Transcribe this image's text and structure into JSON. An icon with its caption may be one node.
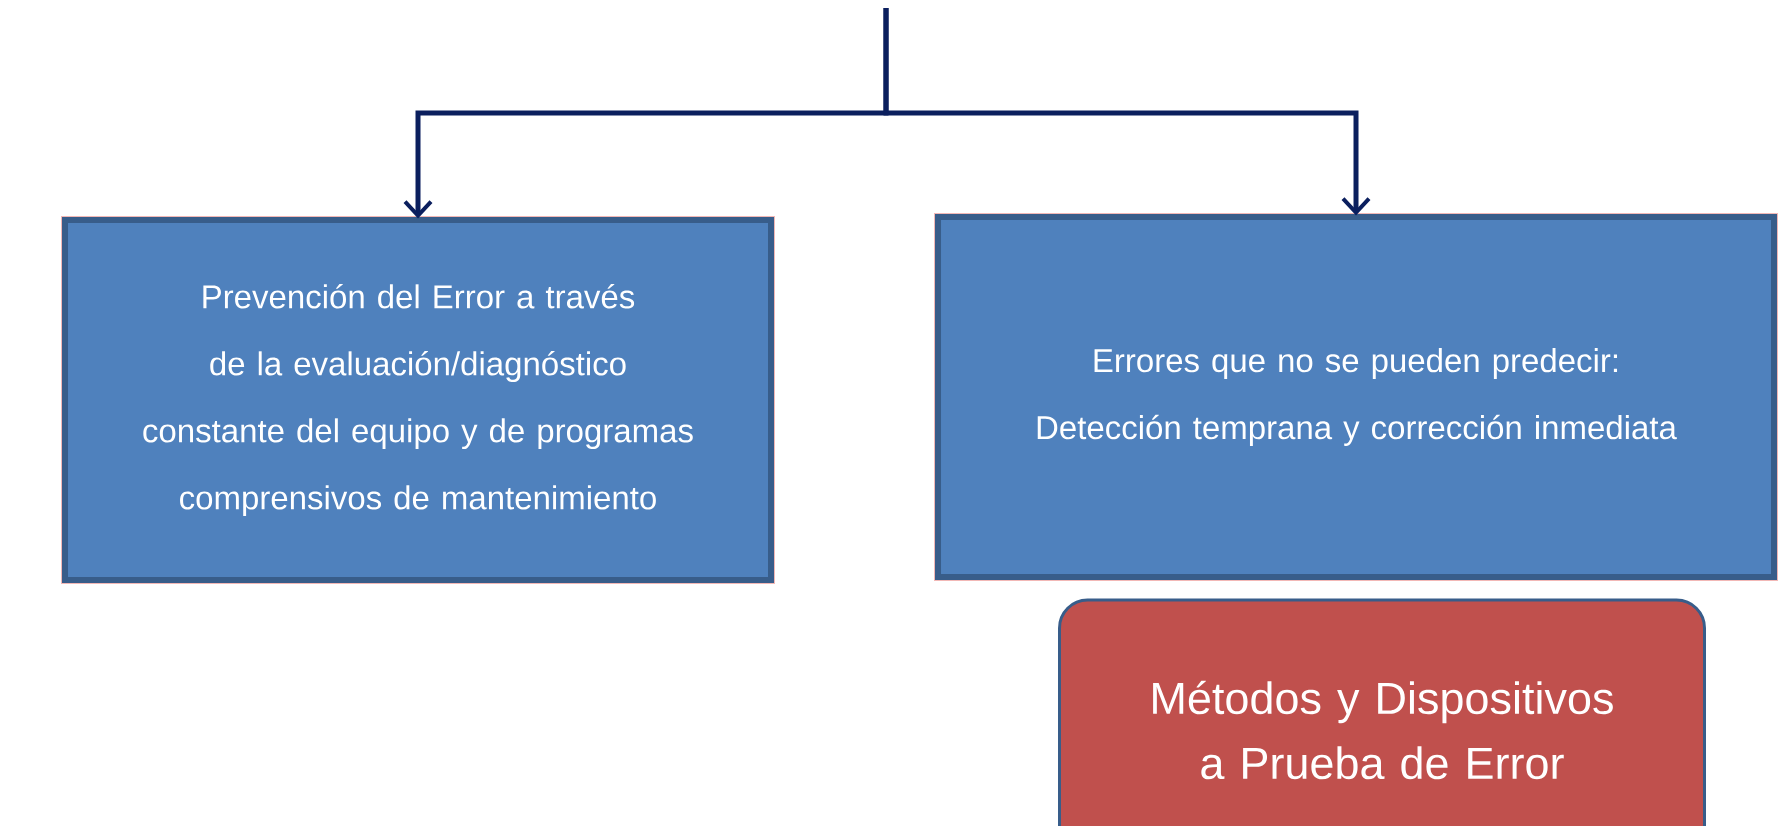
{
  "diagram": {
    "nodes": [
      {
        "text": [
          "Prevención del Error a través de la evaluación/diagnóstico constante del equipo y de programas comprensivos de mantenimiento"
        ]
      },
      {
        "text": [
          "Errores que no se pueden predecir: Detección temprana y corrección inmediata"
        ]
      },
      {
        "text": [
          "Métodos y Dispositivos a Prueba de Error"
        ]
      }
    ],
    "edges": [
      {
        "from": null,
        "to": 0,
        "arrow": "to"
      },
      {
        "from": null,
        "to": 1,
        "arrow": "to"
      }
    ]
  }
}
